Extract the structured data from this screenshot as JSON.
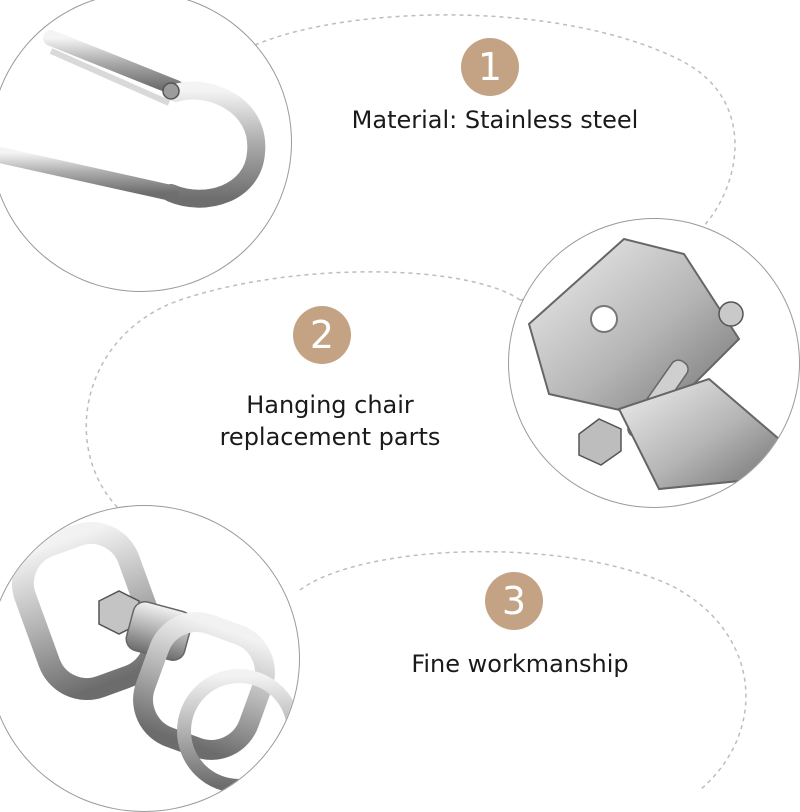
{
  "colors": {
    "badge_fill": "#c4a384",
    "dashed_outline": "#bdbdbd",
    "text": "#1a1a1a",
    "steel_light": "#eeeeee",
    "steel_mid": "#b8b8b8",
    "steel_dark": "#6e6e6e"
  },
  "features": [
    {
      "number": "1",
      "text": "Material: Stainless steel",
      "lines": [
        "Material: Stainless steel"
      ],
      "photo": "carabiner-hook-closeup"
    },
    {
      "number": "2",
      "text": "Hanging chair replacement parts",
      "lines": [
        "Hanging chair",
        "replacement parts"
      ],
      "photo": "ceiling-bracket-closeup"
    },
    {
      "number": "3",
      "text": "Fine workmanship",
      "lines": [
        "Fine workmanship"
      ],
      "photo": "swivel-hook-closeup"
    }
  ]
}
